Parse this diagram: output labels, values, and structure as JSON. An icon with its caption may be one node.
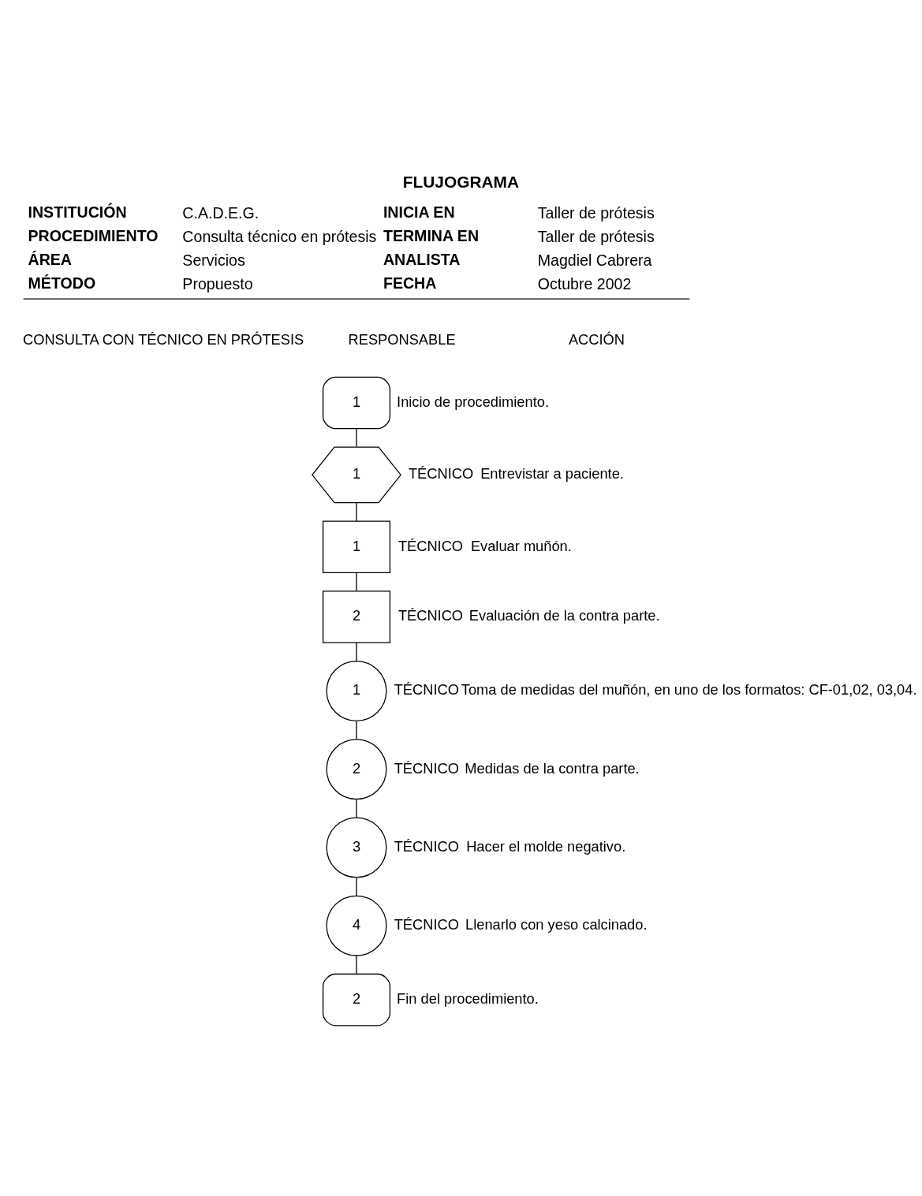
{
  "diagram": {
    "title": "FLUJOGRAMA",
    "nodes": [
      {
        "text": [
          "1"
        ],
        "beside": [
          "Inicio de procedimiento."
        ]
      },
      {
        "text": [
          "1"
        ],
        "beside": [
          "TÉCNICO",
          "Entrevistar a paciente."
        ]
      },
      {
        "text": [
          "1"
        ],
        "beside": [
          "TÉCNICO",
          "Evaluar muñón."
        ]
      },
      {
        "text": [
          "2"
        ],
        "beside": [
          "TÉCNICO",
          "Evaluación de la contra parte."
        ]
      },
      {
        "text": [
          "1"
        ],
        "beside": [
          "TÉCNICO",
          "Toma de medidas del muñón, en uno de los formatos: CF-01,02, 03,04."
        ]
      },
      {
        "text": [
          "2"
        ],
        "beside": [
          "TÉCNICO",
          "Medidas de la contra parte."
        ]
      },
      {
        "text": [
          "3"
        ],
        "beside": [
          "TÉCNICO",
          "Hacer el molde negativo."
        ]
      },
      {
        "text": [
          "4"
        ],
        "beside": [
          "TÉCNICO",
          "Llenarlo con yeso calcinado."
        ]
      },
      {
        "text": [
          "2"
        ],
        "beside": [
          "Fin del procedimiento."
        ]
      }
    ],
    "edges": [
      {
        "from": 0,
        "to": 1,
        "arrow": "none"
      },
      {
        "from": 1,
        "to": 2,
        "arrow": "none"
      },
      {
        "from": 2,
        "to": 3,
        "arrow": "none"
      },
      {
        "from": 3,
        "to": 4,
        "arrow": "none"
      },
      {
        "from": 4,
        "to": 5,
        "arrow": "none"
      },
      {
        "from": 5,
        "to": 6,
        "arrow": "none"
      },
      {
        "from": 6,
        "to": 7,
        "arrow": "none"
      },
      {
        "from": 7,
        "to": 8,
        "arrow": "none"
      }
    ],
    "labels": [
      "INSTITUCIÓN",
      "C.A.D.E.G.",
      "INICIA EN",
      "Taller de prótesis",
      "PROCEDIMIENTO",
      "Consulta técnico en prótesis",
      "TERMINA EN",
      "Taller de prótesis",
      "ÁREA",
      "Servicios",
      "ANALISTA",
      "Magdiel Cabrera",
      "MÉTODO",
      "Propuesto",
      "FECHA",
      "Octubre 2002",
      "CONSULTA CON TÉCNICO EN PRÓTESIS",
      "RESPONSABLE",
      "ACCIÓN"
    ]
  }
}
